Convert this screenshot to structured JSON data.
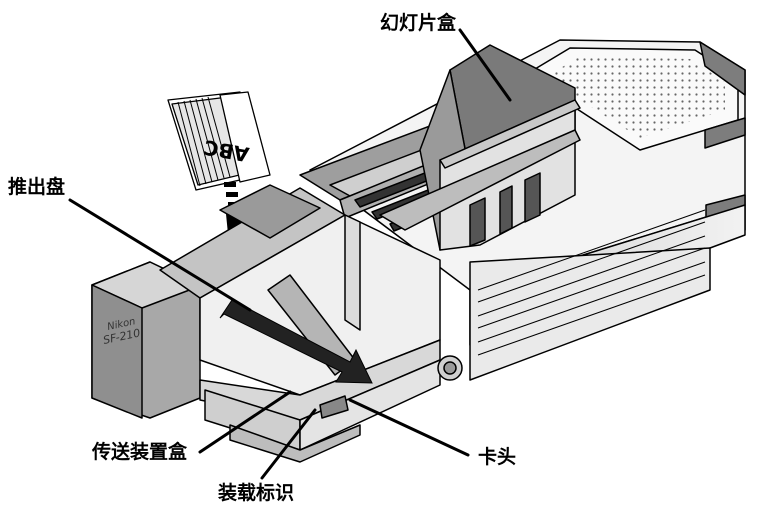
{
  "labels": {
    "slide_holder": "幻灯片盒",
    "eject_tray": "推出盘",
    "transport_box": "传送装置盒",
    "latch": "卡头",
    "loading_mark": "装载标识"
  },
  "slide_text": "ABC",
  "brand": {
    "name": "Nikon",
    "model": "SF-210"
  },
  "colors": {
    "outline": "#000000",
    "light_gray": "#e4e4e4",
    "mid_gray": "#bdbdbd",
    "dark_gray": "#8a8a8a",
    "body_white": "#f6f6f6"
  }
}
